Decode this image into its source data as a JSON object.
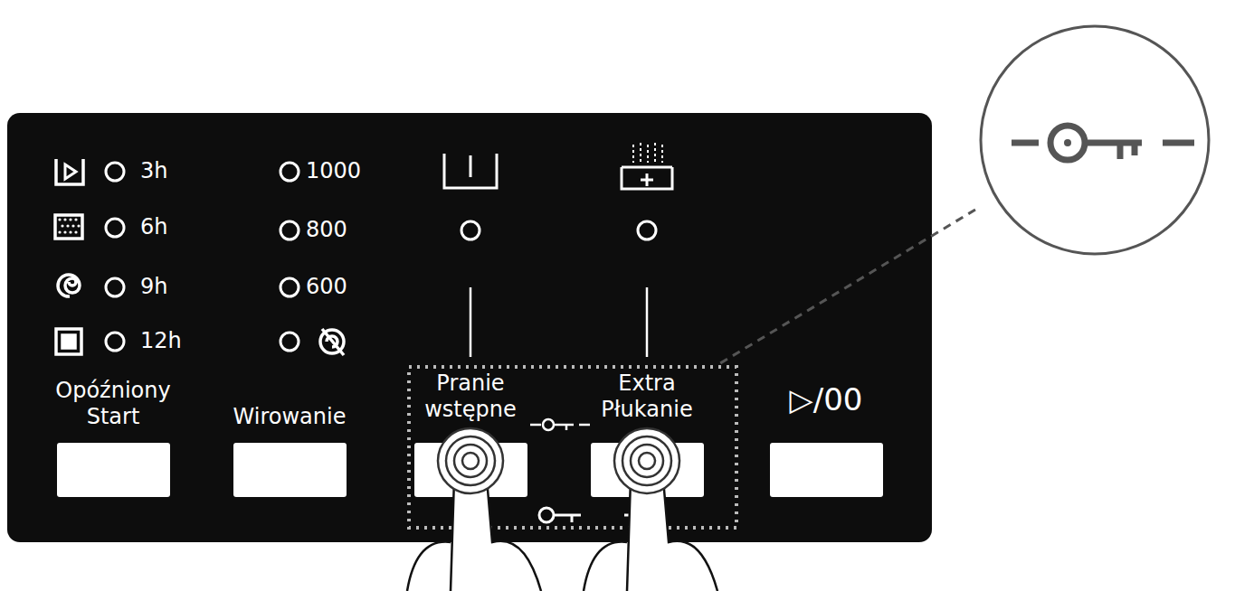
{
  "diagram": {
    "nodes": [
      {
        "text": [
          "Opóźniony Start"
        ]
      },
      {
        "text": [
          "Wirowanie"
        ]
      },
      {
        "text": [
          "Pranie wstępne"
        ]
      },
      {
        "text": [
          "Extra Płukanie"
        ]
      },
      {
        "text": [
          "▷/00"
        ]
      }
    ],
    "labels": [
      "3h",
      "6h",
      "9h",
      "12h",
      "1000",
      "800",
      "600"
    ]
  }
}
